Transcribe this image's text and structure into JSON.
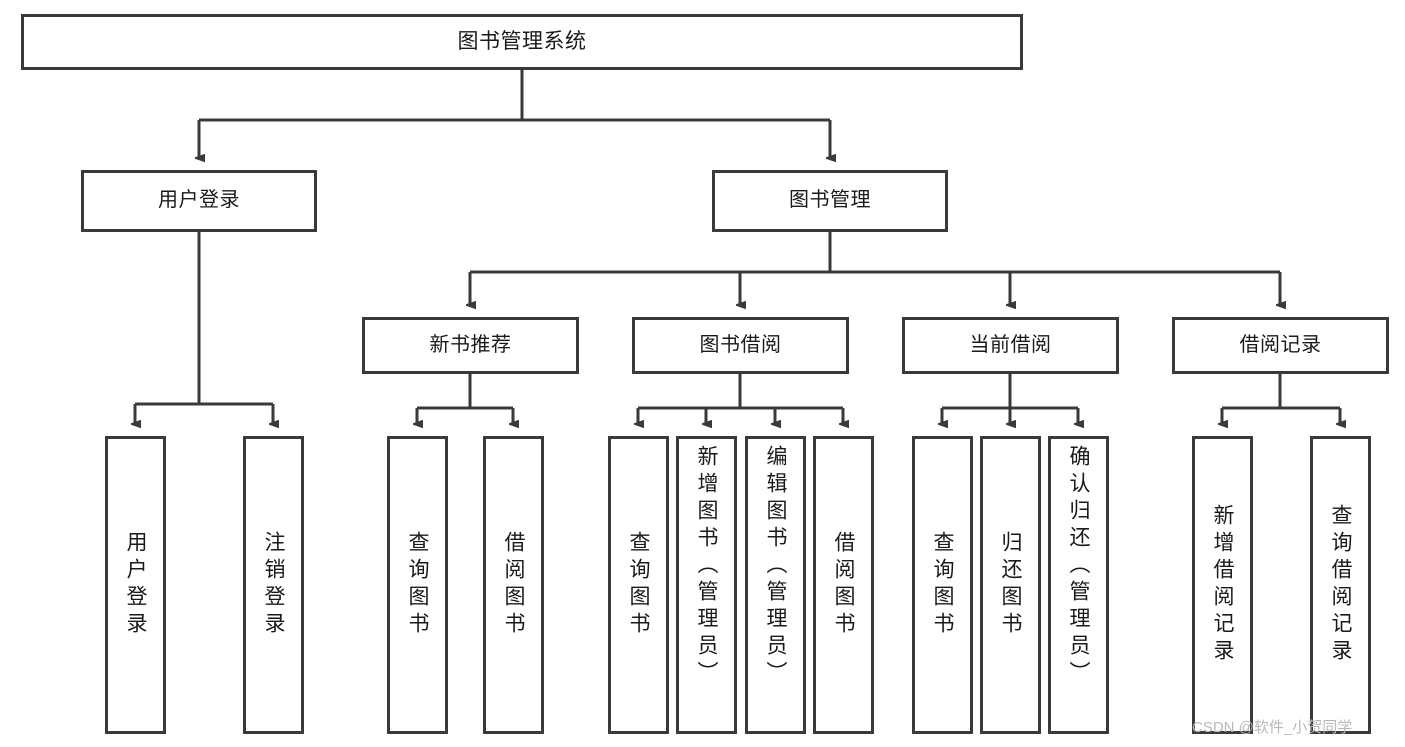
{
  "diagram": {
    "title": "图书管理系统",
    "type": "tree-hierarchy",
    "root": {
      "id": "root",
      "label": "图书管理系统"
    },
    "level2": [
      {
        "id": "user-login",
        "label": "用户登录"
      },
      {
        "id": "book-manage",
        "label": "图书管理"
      }
    ],
    "level3": [
      {
        "id": "new-book-recommend",
        "label": "新书推荐",
        "parent": "book-manage"
      },
      {
        "id": "book-borrow",
        "label": "图书借阅",
        "parent": "book-manage"
      },
      {
        "id": "current-borrow",
        "label": "当前借阅",
        "parent": "book-manage"
      },
      {
        "id": "borrow-record",
        "label": "借阅记录",
        "parent": "book-manage"
      }
    ],
    "leaves": [
      {
        "id": "leaf-0",
        "label": "用户登录",
        "parent": "user-login"
      },
      {
        "id": "leaf-1",
        "label": "注销登录",
        "parent": "user-login"
      },
      {
        "id": "leaf-2",
        "label": "查询图书",
        "parent": "new-book-recommend"
      },
      {
        "id": "leaf-3",
        "label": "借阅图书",
        "parent": "new-book-recommend"
      },
      {
        "id": "leaf-4",
        "label": "查询图书",
        "parent": "book-borrow"
      },
      {
        "id": "leaf-5",
        "label": "新增图书（管理员）",
        "parent": "book-borrow"
      },
      {
        "id": "leaf-6",
        "label": "编辑图书（管理员）",
        "parent": "book-borrow"
      },
      {
        "id": "leaf-7",
        "label": "借阅图书",
        "parent": "book-borrow"
      },
      {
        "id": "leaf-8",
        "label": "查询图书",
        "parent": "current-borrow"
      },
      {
        "id": "leaf-9",
        "label": "归还图书",
        "parent": "current-borrow"
      },
      {
        "id": "leaf-10",
        "label": "确认归还（管理员）",
        "parent": "current-borrow"
      },
      {
        "id": "leaf-11",
        "label": "新增借阅记录",
        "parent": "borrow-record"
      },
      {
        "id": "leaf-12",
        "label": "查询借阅记录",
        "parent": "borrow-record"
      }
    ]
  },
  "watermark": {
    "text": "CSDN @软件_小贺同学"
  },
  "colors": {
    "border": "#3a3a3a",
    "background": "#ffffff",
    "text": "#1a1a1a",
    "watermark": "#b9b9b9"
  }
}
